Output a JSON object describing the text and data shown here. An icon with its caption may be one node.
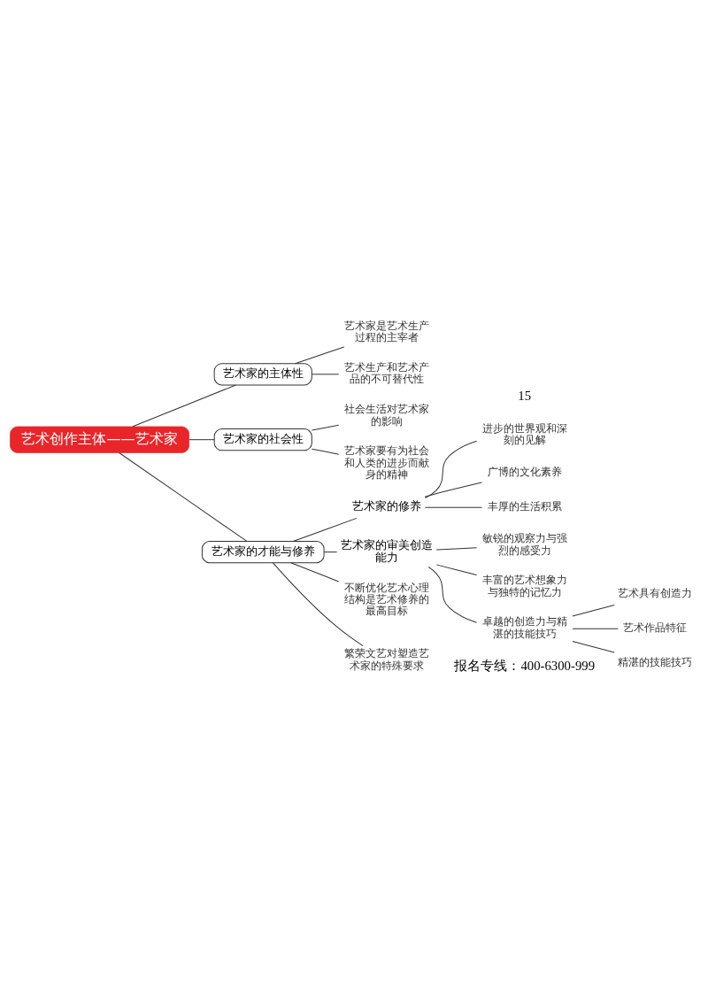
{
  "diagram": {
    "nodes": [
      {
        "text": [
          "艺术创作主体——艺术家"
        ]
      },
      {
        "text": [
          "艺术家的主体性"
        ]
      },
      {
        "text": [
          "艺术家是艺术生产过程的主宰者"
        ]
      },
      {
        "text": [
          "艺术生产和艺术产品的不可替代性"
        ]
      },
      {
        "text": [
          "艺术家的社会性"
        ]
      },
      {
        "text": [
          "社会生活对艺术家的影响"
        ]
      },
      {
        "text": [
          "艺术家要有为社会和人类的进步而献身的精神"
        ]
      },
      {
        "text": [
          "艺术家的才能与修养"
        ]
      },
      {
        "text": [
          "艺术家的修养"
        ]
      },
      {
        "text": [
          "进步的世界观和深刻的见解"
        ]
      },
      {
        "text": [
          "广博的文化素养"
        ]
      },
      {
        "text": [
          "丰厚的生活积累"
        ]
      },
      {
        "text": [
          "艺术家的审美创造能力"
        ]
      },
      {
        "text": [
          "敏锐的观察力与强烈的感受力"
        ]
      },
      {
        "text": [
          "丰富的艺术想象力与独特的记忆力"
        ]
      },
      {
        "text": [
          "卓越的创造力与精湛的技能技巧"
        ]
      },
      {
        "text": [
          "艺术具有创造力"
        ]
      },
      {
        "text": [
          "艺术作品特征"
        ]
      },
      {
        "text": [
          "精湛的技能技巧"
        ]
      },
      {
        "text": [
          "不断优化艺术心理结构是艺术修养的最高目标"
        ]
      },
      {
        "text": [
          "繁荣文艺对塑造艺术家的特殊要求"
        ]
      }
    ],
    "edges": [
      {
        "from": 0,
        "to": 1,
        "arrow": "none"
      },
      {
        "from": 1,
        "to": 2,
        "arrow": "none"
      },
      {
        "from": 1,
        "to": 3,
        "arrow": "none"
      },
      {
        "from": 0,
        "to": 4,
        "arrow": "none"
      },
      {
        "from": 4,
        "to": 5,
        "arrow": "none"
      },
      {
        "from": 4,
        "to": 6,
        "arrow": "none"
      },
      {
        "from": 0,
        "to": 7,
        "arrow": "none"
      },
      {
        "from": 7,
        "to": 8,
        "arrow": "none"
      },
      {
        "from": 8,
        "to": 9,
        "arrow": "none"
      },
      {
        "from": 8,
        "to": 10,
        "arrow": "none"
      },
      {
        "from": 8,
        "to": 11,
        "arrow": "none"
      },
      {
        "from": 7,
        "to": 12,
        "arrow": "none"
      },
      {
        "from": 12,
        "to": 13,
        "arrow": "none"
      },
      {
        "from": 12,
        "to": 14,
        "arrow": "none"
      },
      {
        "from": 12,
        "to": 15,
        "arrow": "none"
      },
      {
        "from": 15,
        "to": 16,
        "arrow": "none"
      },
      {
        "from": 15,
        "to": 17,
        "arrow": "none"
      },
      {
        "from": 15,
        "to": 18,
        "arrow": "none"
      },
      {
        "from": 7,
        "to": 19,
        "arrow": "none"
      },
      {
        "from": 7,
        "to": 20,
        "arrow": "none"
      }
    ],
    "labels": [
      "报名专线：400-6300-999",
      "15"
    ]
  }
}
